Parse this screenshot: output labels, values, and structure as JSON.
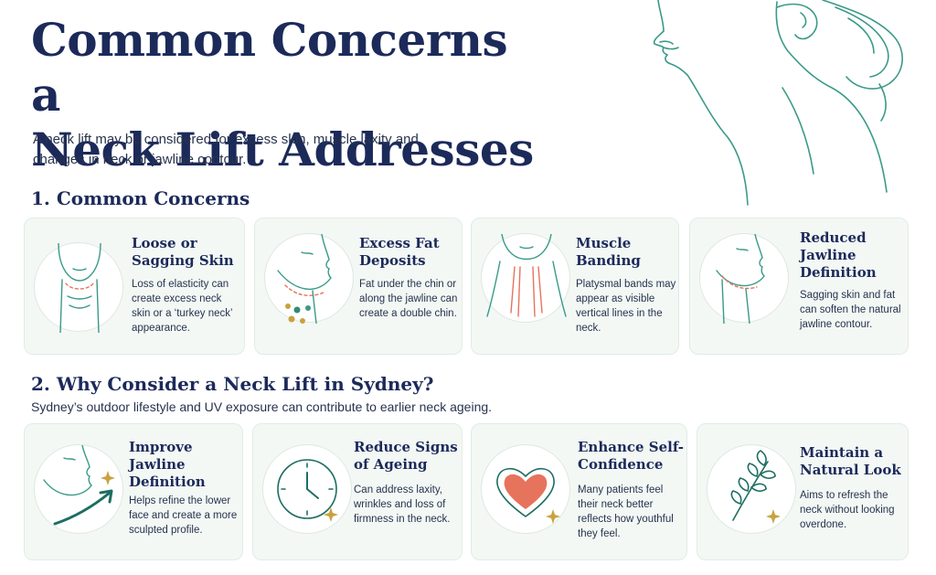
{
  "header": {
    "title_line1": "Common Concerns a",
    "title_line2": "Neck Lift Addresses",
    "intro": "A neck lift may be considered for excess skin, muscle laxity and changes in neck or jawline contour."
  },
  "section1": {
    "heading": "1. Common Concerns",
    "cards": [
      {
        "title": "Loose or Sagging Skin",
        "desc": "Loss of elasticity can create excess neck skin or a ‘turkey neck’ appearance."
      },
      {
        "title": "Excess Fat Deposits",
        "desc": "Fat under the chin or along the jawline can create a double chin."
      },
      {
        "title": "Muscle Banding",
        "desc": "Platysmal bands may appear as visible vertical lines in the neck."
      },
      {
        "title": "Reduced Jawline Definition",
        "desc": "Sagging skin and fat can soften the natural jawline contour."
      }
    ]
  },
  "section2": {
    "heading": "2. Why Consider a Neck Lift in Sydney?",
    "subtitle": "Sydney’s outdoor lifestyle and UV exposure can contribute to earlier neck ageing.",
    "cards": [
      {
        "title": "Improve Jawline Definition",
        "desc": "Helps refine the lower face and create a more sculpted profile."
      },
      {
        "title": "Reduce Signs of Ageing",
        "desc": "Can address laxity, wrinkles and loss of firmness in the neck."
      },
      {
        "title": "Enhance Self-Confidence",
        "desc": "Many patients feel their neck better reflects how youthful they feel."
      },
      {
        "title": "Maintain a Natural Look",
        "desc": "Aims to refresh the neck without looking overdone."
      }
    ]
  },
  "colors": {
    "navy": "#1c2a5a",
    "teal": "#2e8b7a",
    "gold": "#c9a23f",
    "coral": "#e6735c",
    "card_bg": "#f3f8f5"
  }
}
